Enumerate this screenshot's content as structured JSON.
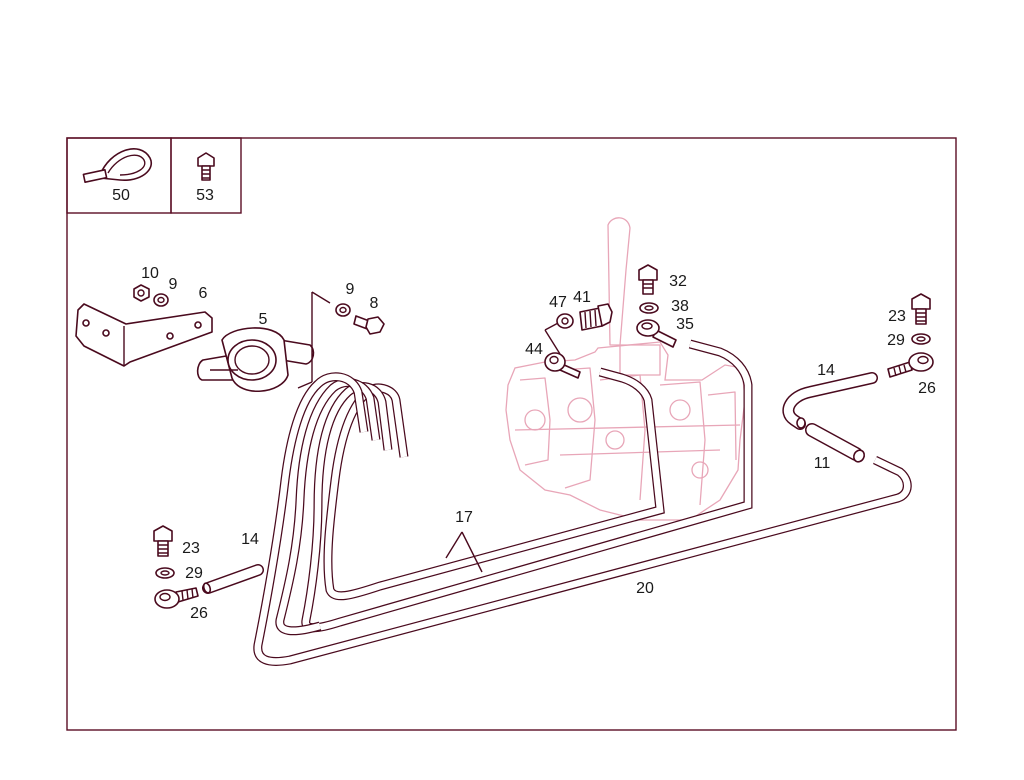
{
  "diagram": {
    "colors": {
      "frame": "#5a0d24",
      "part_outline": "#4a0a1e",
      "background_component": "#e8a6b8",
      "label": "#1a1a1a"
    },
    "inset_labels": {
      "cable_tie": "50",
      "bolt": "53"
    },
    "labels": {
      "p10": "10",
      "p9a": "9",
      "p6": "6",
      "p5": "5",
      "p9b": "9",
      "p8": "8",
      "p47": "47",
      "p41": "41",
      "p44": "44",
      "p32": "32",
      "p38": "38",
      "p35": "35",
      "p23r": "23",
      "p29r": "29",
      "p26r": "26",
      "p14r": "14",
      "p11": "11",
      "p17": "17",
      "p20": "20",
      "p14l": "14",
      "p23l": "23",
      "p29l": "29",
      "p26l": "26"
    }
  }
}
